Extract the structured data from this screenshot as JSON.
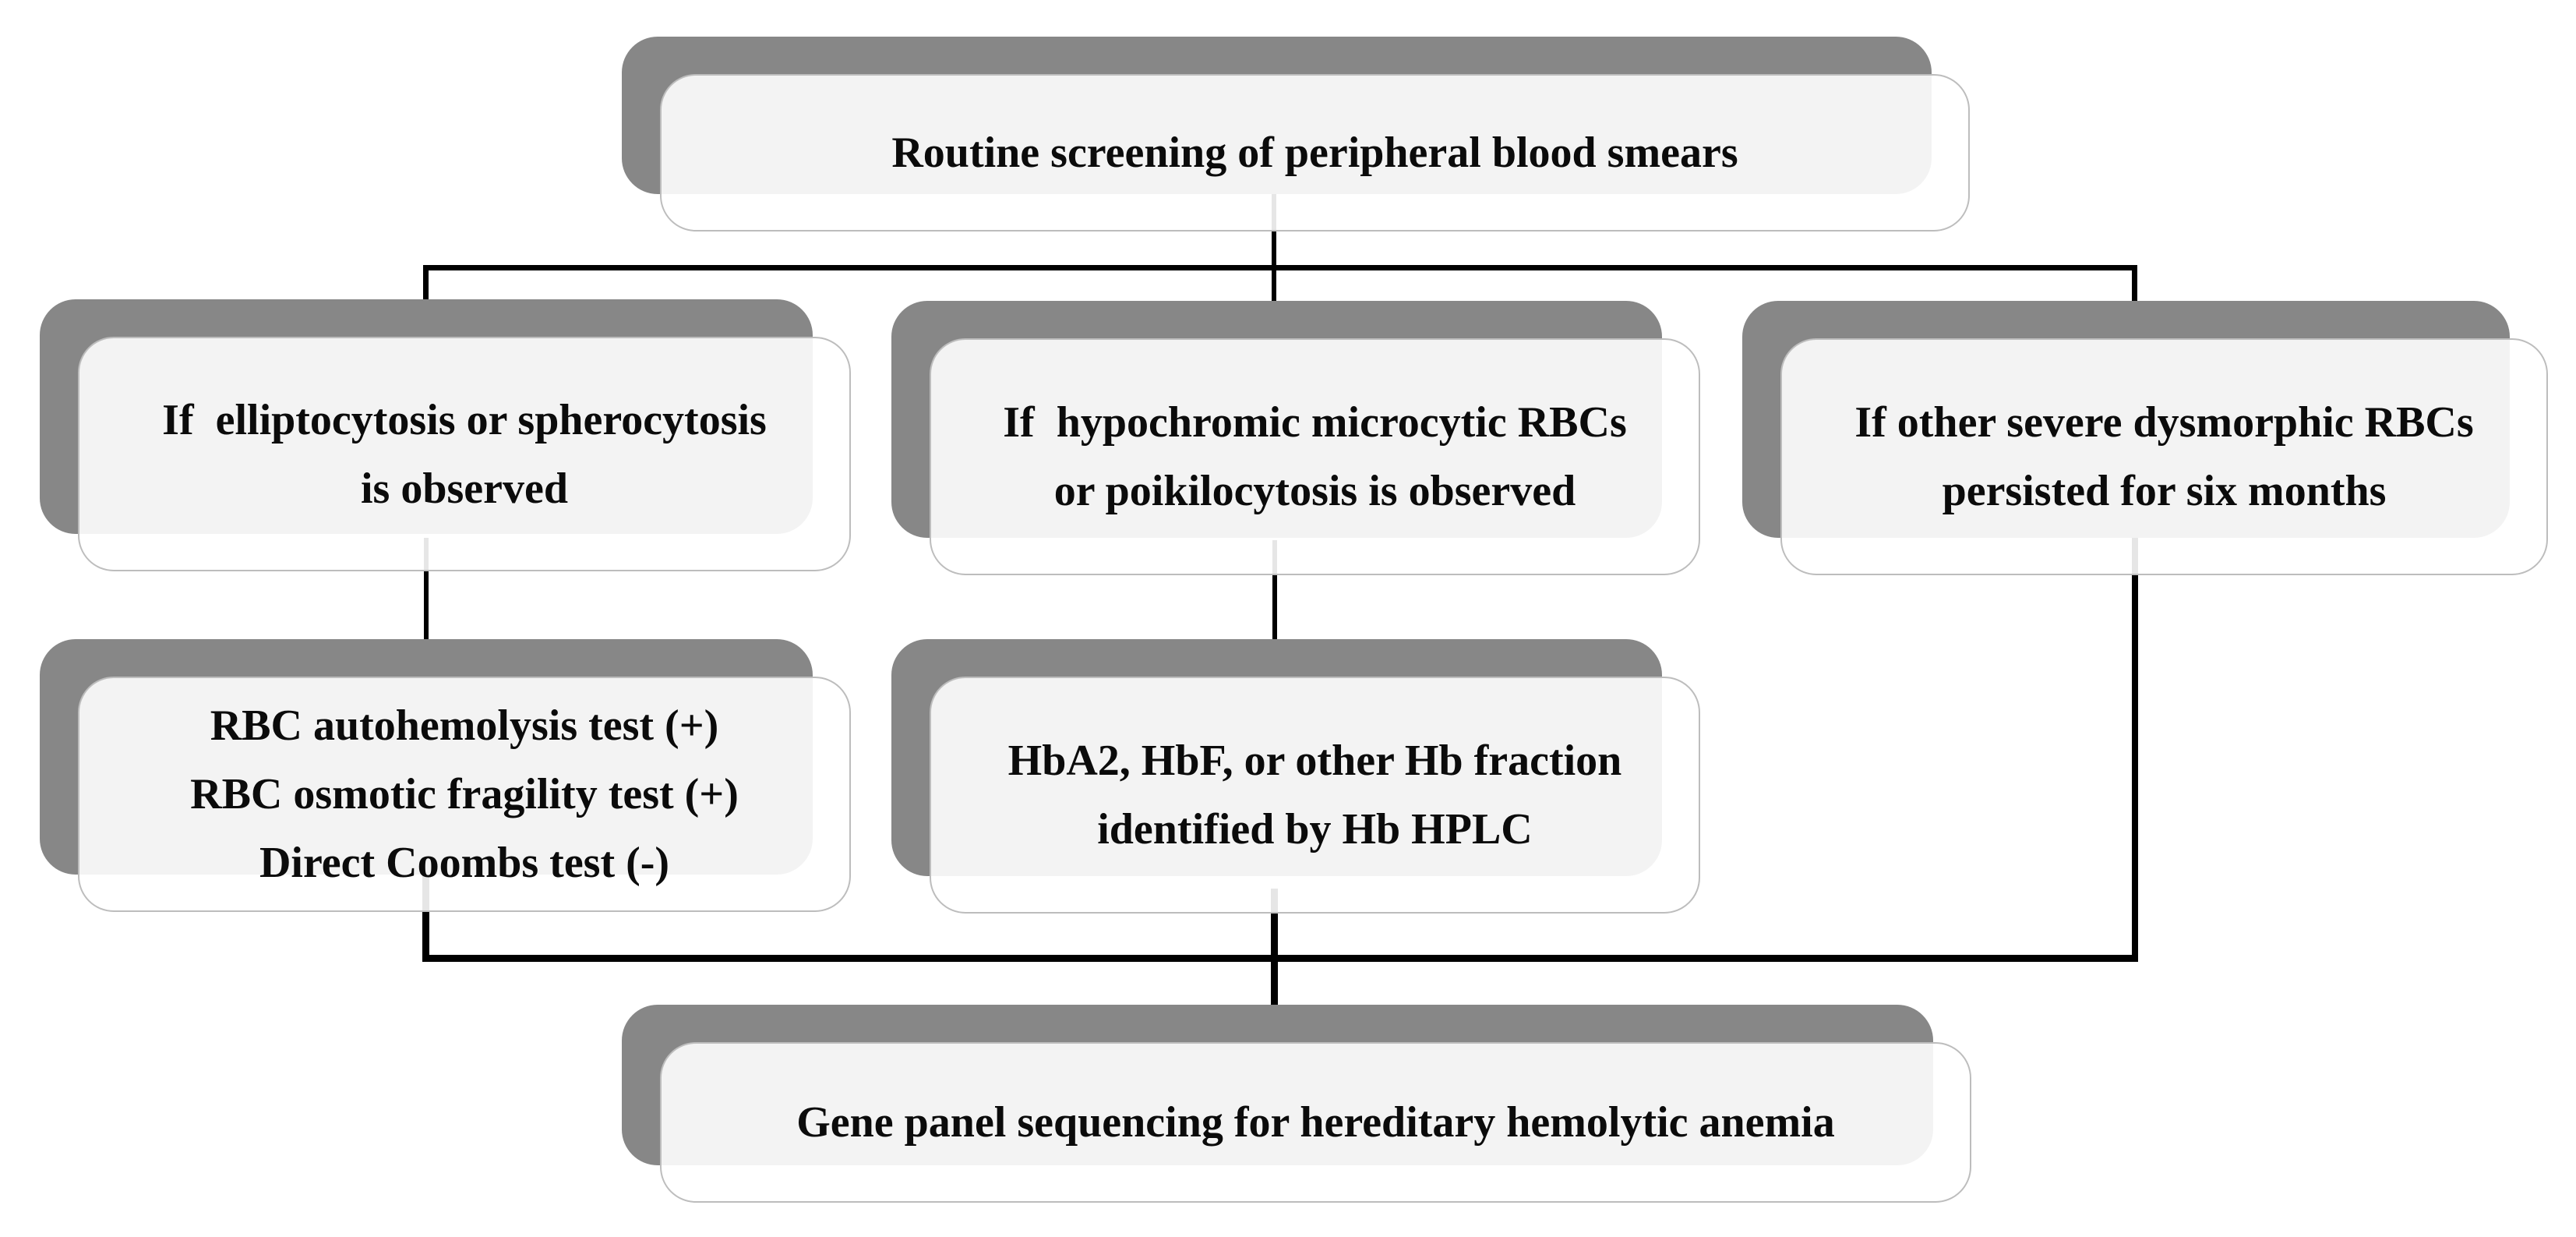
{
  "diagram": {
    "type": "flowchart",
    "background_color": "#ffffff",
    "colors": {
      "node_shadow_gray": "#878787",
      "node_fill": "rgba(255,255,255,0.90)",
      "node_fill_over_shadow": "#f2f2f2",
      "node_border": "#bdbdbd",
      "connector_black": "#000000",
      "text_color": "#0b0b0b"
    },
    "nodes": {
      "root": {
        "label": "Routine screening of peripheral blood smears"
      },
      "branch_elliptocytosis": {
        "label": "If  elliptocytosis or spherocytosis\nis observed"
      },
      "branch_hypochromic": {
        "label": "If  hypochromic microcytic RBCs\nor poikilocytosis is observed"
      },
      "branch_dysmorphic": {
        "label": "If other severe dysmorphic RBCs\npersisted for six months"
      },
      "tests_rbc": {
        "label": "RBC autohemolysis test (+)\nRBC osmotic fragility test (+)\nDirect Coombs test (-)"
      },
      "tests_hb": {
        "label": "HbA2, HbF, or other Hb fraction\nidentified by Hb HPLC"
      },
      "result": {
        "label": "Gene panel sequencing for hereditary hemolytic anemia"
      }
    },
    "edges": [
      {
        "from": "root",
        "to": "branch_elliptocytosis"
      },
      {
        "from": "root",
        "to": "branch_hypochromic"
      },
      {
        "from": "root",
        "to": "branch_dysmorphic"
      },
      {
        "from": "branch_elliptocytosis",
        "to": "tests_rbc"
      },
      {
        "from": "branch_hypochromic",
        "to": "tests_hb"
      },
      {
        "from": "tests_rbc",
        "to": "result"
      },
      {
        "from": "tests_hb",
        "to": "result"
      },
      {
        "from": "branch_dysmorphic",
        "to": "result"
      }
    ]
  }
}
